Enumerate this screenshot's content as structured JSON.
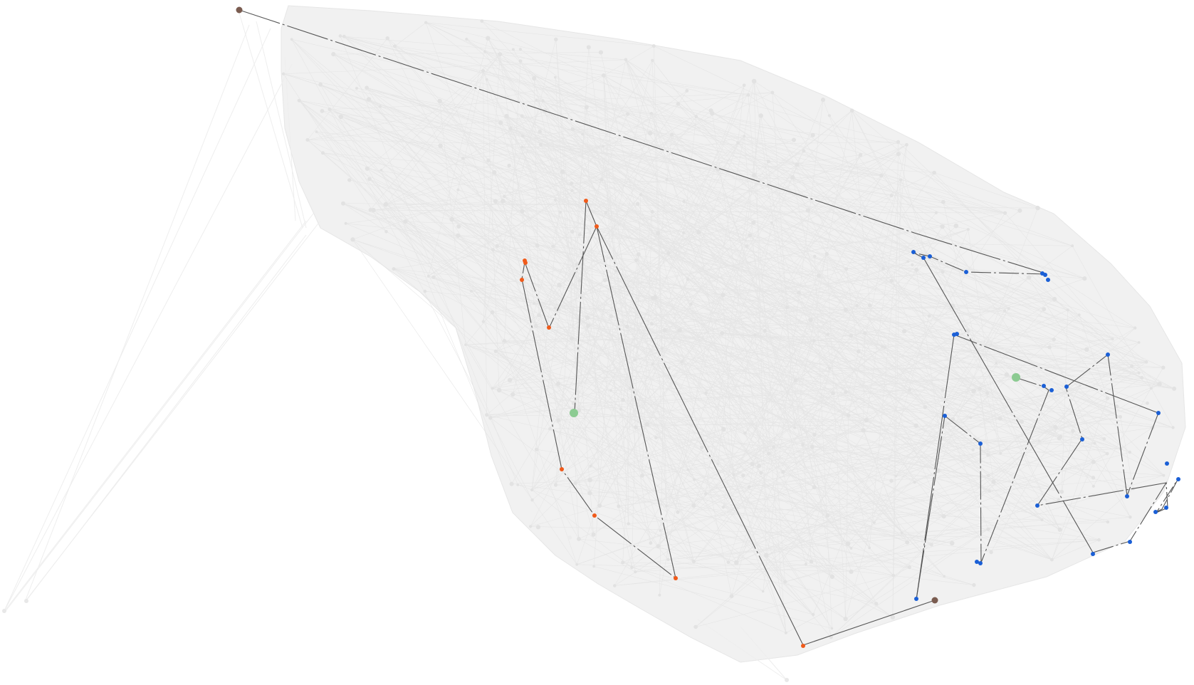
{
  "graph": {
    "background": "#ffffff",
    "cloud_color": "#ebebeb",
    "path_color": "#555555",
    "colors": {
      "brown": "#7a5c50",
      "orange": "#f05a1a",
      "blue": "#1a5fd6",
      "green": "#8ccb92"
    },
    "highlight_path": [
      "brown",
      "blue",
      "blue",
      "blue",
      "blue",
      "blue",
      "blue",
      "blue",
      "blue",
      "blue",
      "blue",
      "blue",
      "blue",
      "blue",
      "blue",
      "blue",
      "blue",
      "blue",
      "blue",
      "blue",
      "blue",
      "blue",
      "blue",
      "blue",
      "blue",
      "blue",
      "blue",
      "blue",
      "blue",
      "green"
    ],
    "highlight_path_b": [
      "brown",
      "orange",
      "orange",
      "orange",
      "orange",
      "orange",
      "orange",
      "orange",
      "orange",
      "orange",
      "orange",
      "green"
    ]
  }
}
